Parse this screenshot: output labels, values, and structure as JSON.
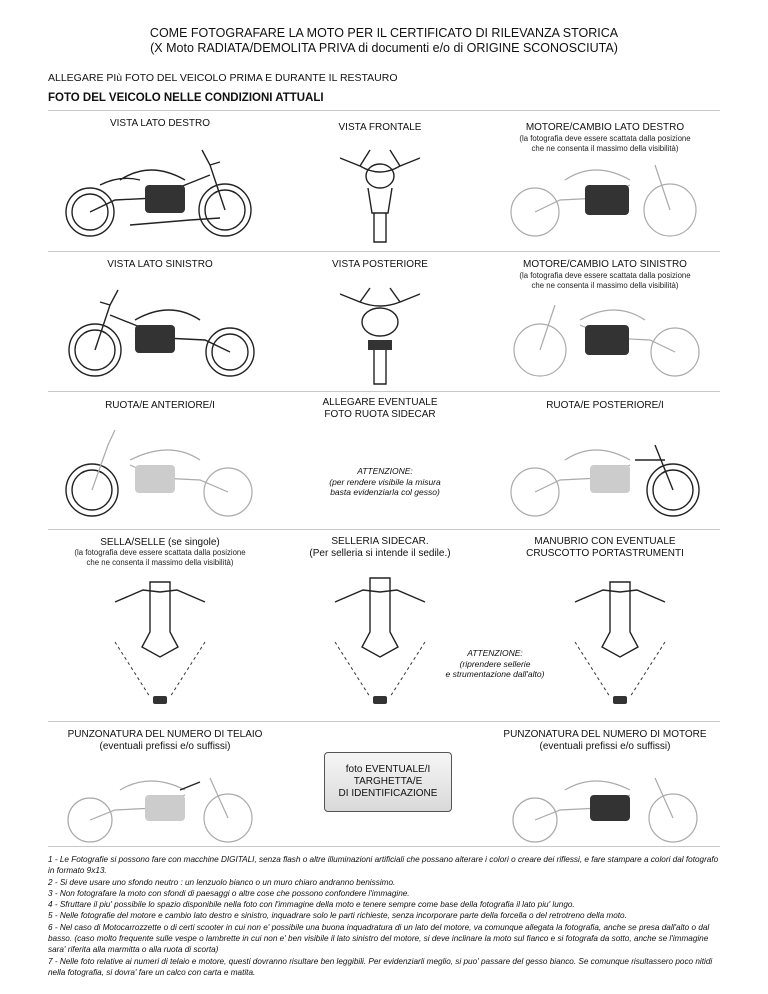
{
  "header": {
    "title_line1": "COME FOTOGRAFARE LA MOTO PER IL CERTIFICATO DI RILEVANZA STORICA",
    "title_line2": "(X Moto RADIATA/DEMOLITA PRIVA di documenti e/o di ORIGINE SCONOSCIUTA)",
    "attach_note": "ALLEGARE PIù FOTO DEL VEICOLO PRIMA E DURANTE IL RESTAURO",
    "section_title": "FOTO DEL VEICOLO NELLE CONDIZIONI ATTUALI"
  },
  "photo_note": {
    "line1": "(la fotografia deve essere scattata dalla posizione",
    "line2": "che ne consenta il massimo della visibilità)"
  },
  "rows": {
    "r1": {
      "left": "VISTA LATO DESTRO",
      "center": "VISTA FRONTALE",
      "right": "MOTORE/CAMBIO LATO DESTRO"
    },
    "r2": {
      "left": "VISTA LATO SINISTRO",
      "center": "VISTA POSTERIORE",
      "right": "MOTORE/CAMBIO LATO SINISTRO"
    },
    "r3": {
      "left": "RUOTA/E ANTERIORE/I",
      "center_line1": "ALLEGARE EVENTUALE",
      "center_line2": "FOTO RUOTA SIDECAR",
      "right": "RUOTA/E POSTERIORE/I",
      "att_title": "ATTENZIONE:",
      "att_line1": "(per rendere visibile la misura",
      "att_line2": "basta evidenziarla col gesso)"
    },
    "r4": {
      "left": "SELLA/SELLE (se singole)",
      "center_line1": "SELLERIA SIDECAR.",
      "center_line2": "(Per selleria si intende il sedile.)",
      "right_line1": "MANUBRIO CON EVENTUALE",
      "right_line2": "CRUSCOTTO PORTASTRUMENTI",
      "att_title": "ATTENZIONE:",
      "att_line1": "(riprendere sellerie",
      "att_line2": "e strumentazione dall'alto)"
    },
    "r5": {
      "left": "PUNZONATURA DEL NUMERO DI TELAIO",
      "left_sub": "(eventuali prefissi e/o suffissi)",
      "right": "PUNZONATURA DEL NUMERO DI MOTORE",
      "right_sub": "(eventuali prefissi e/o suffissi)",
      "tag_line1": "foto EVENTUALE/I",
      "tag_line2": "TARGHETTA/E",
      "tag_line3": "DI IDENTIFICAZIONE"
    }
  },
  "footnotes": [
    "1 - Le Fotografie si possono fare con macchine DIGITALI, senza flash o altre illuminazioni artificiali che possano alterare i colori o creare dei riflessi, e fare stampare a colori dal fotografo in formato 9x13.",
    "2 - Si deve usare uno sfondo neutro : un lenzuolo bianco o un muro chiaro andranno benissimo.",
    "3 - Non fotografare la moto con sfondi di paesaggi o altre cose che possono confondere l'immagine.",
    "4 - Sfruttare il piu' possibile lo spazio disponibile nella foto con l'immagine della moto e tenere sempre come base della fotografia il lato piu' lungo.",
    "5 - Nelle fotografie del motore e cambio lato destro e sinistro, inquadrare solo le parti richieste, senza incorporare parte della forcella o del retrotreno della moto.",
    "6 - Nel caso di Motocarrozzette o di certi scooter in cui non e' possibile una buona inquadratura di un lato del motore, va comunque allegata la fotografia, anche se presa dall'alto o dal basso. (caso molto frequente sulle vespe o lambrette in cui non e' ben visibile il lato sinistro del motore, si deve inclinare la moto sul fianco e si fotografa da sotto, anche se l'immagine sara' riferita alla marmitta o alla ruota di scorta)",
    "7 - Nelle foto relative ai numeri di telaio e motore, questi dovranno risultare ben leggibili. Per evidenziarli meglio, si puo' passare del gesso bianco. Se comunque risultassero poco nitidi nella fotografia, si dovra' fare un calco con carta e matita."
  ]
}
